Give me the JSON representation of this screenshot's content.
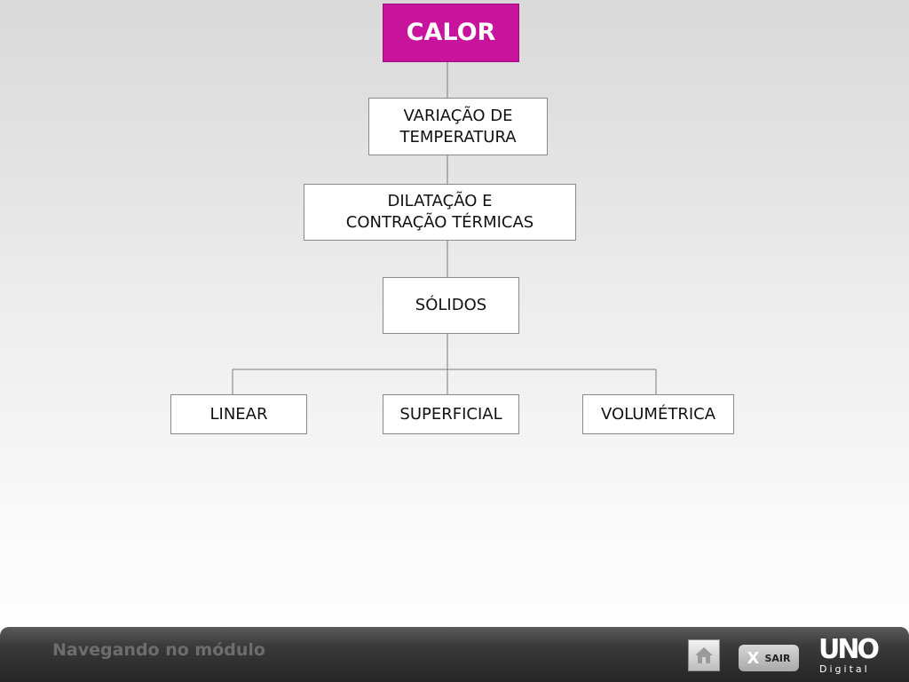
{
  "diagram": {
    "nodes": {
      "calor": "CALOR",
      "variacao_line1": "VARIAÇÃO DE",
      "variacao_line2": "TEMPERATURA",
      "dilatacao_line1": "DILATAÇÃO E",
      "dilatacao_line2": "CONTRAÇÃO TÉRMICAS",
      "solidos": "SÓLIDOS",
      "linear": "LINEAR",
      "superficial": "SUPERFICIAL",
      "volumetrica": "VOLUMÉTRICA"
    },
    "colors": {
      "root_fill": "#c8139c",
      "node_fill": "#ffffff",
      "connector": "#7a7a7a"
    }
  },
  "footer": {
    "navigation_text": "Navegando no módulo",
    "home_icon": "home-icon",
    "exit_symbol": "X",
    "exit_label": "SAIR",
    "logo_text": "UNO",
    "logo_subtext": "Digital"
  }
}
